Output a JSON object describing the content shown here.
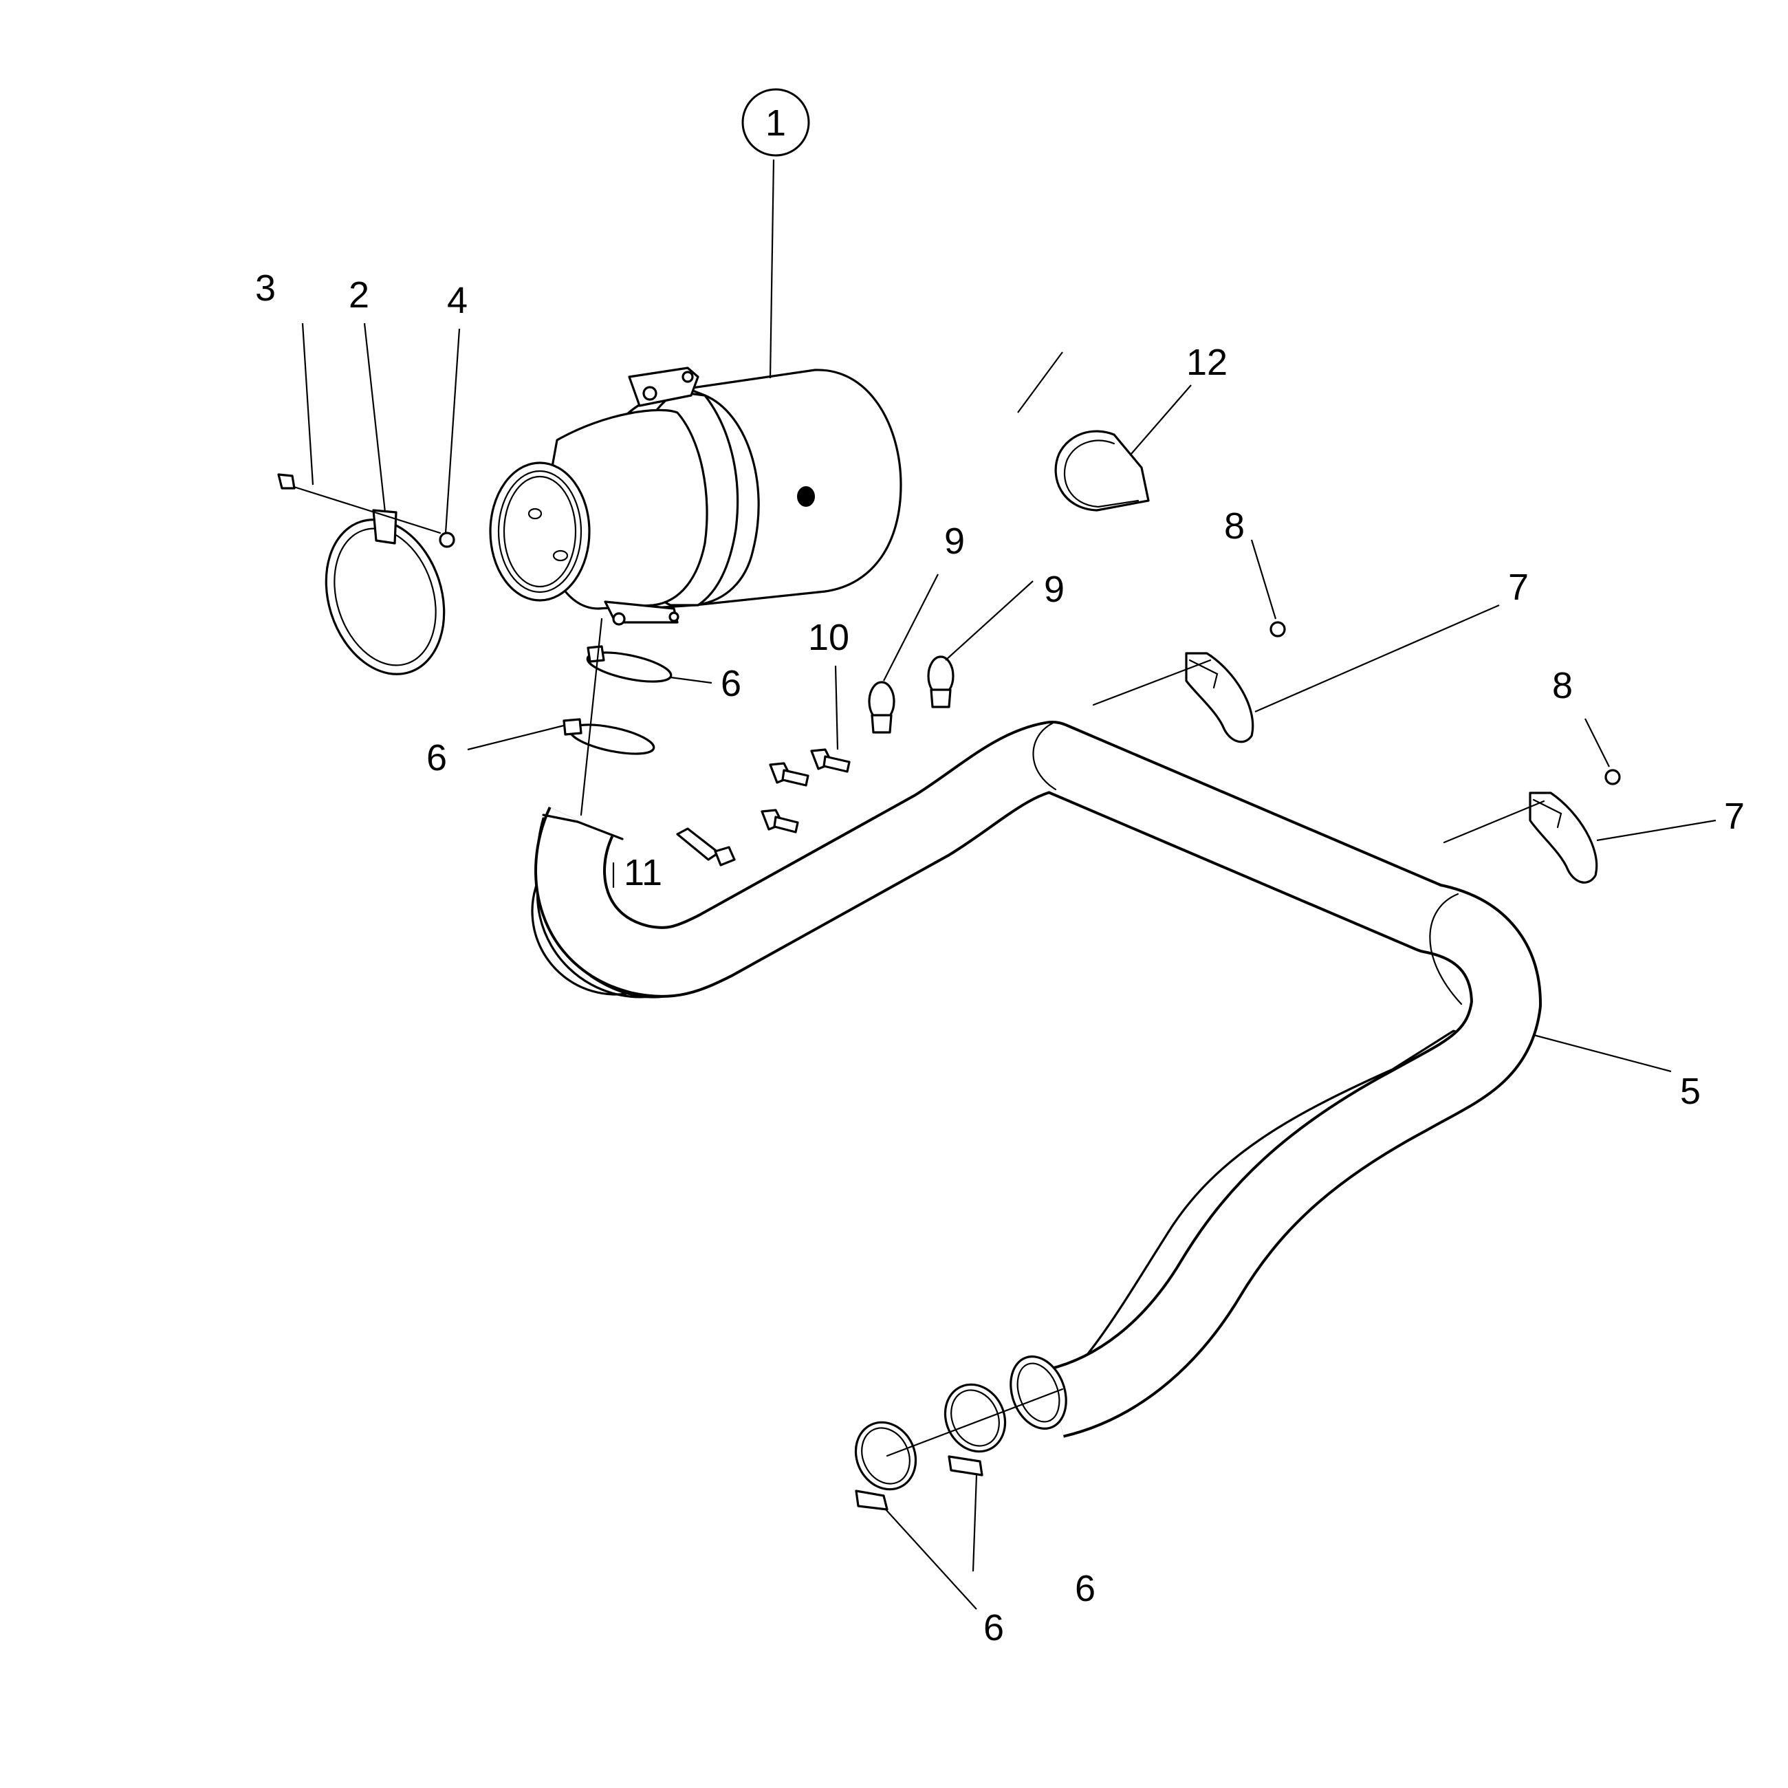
{
  "callouts": {
    "c1": "1",
    "c2": "2",
    "c3": "3",
    "c4": "4",
    "c5": "5",
    "c6a": "6",
    "c6b": "6",
    "c6c": "6",
    "c6d": "6",
    "c7a": "7",
    "c7b": "7",
    "c8a": "8",
    "c8b": "8",
    "c9a": "9",
    "c9b": "9",
    "c10": "10",
    "c11": "11",
    "c12": "12"
  },
  "colors": {
    "line": "#000000",
    "background": "#ffffff"
  }
}
